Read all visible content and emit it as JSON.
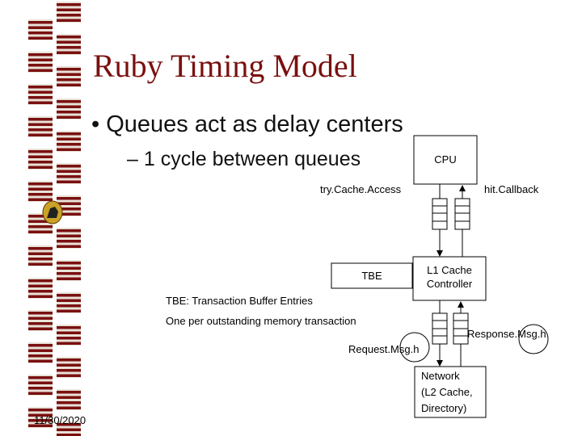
{
  "slide": {
    "title": "Ruby Timing Model",
    "bullet": "Queues act as delay centers",
    "sub_bullet": "1 cycle between queues",
    "date": "11/30/2020"
  },
  "diagram": {
    "cpu": "CPU",
    "l1_line1": "L1 Cache",
    "l1_line2": "Controller",
    "tbe": "TBE",
    "network_line1": "Network",
    "network_line2": "(L2 Cache,",
    "network_line3": "Directory)",
    "try_cache_access": "try.Cache.Access",
    "hit_callback": "hit.Callback",
    "request_msg": "Request.Msg.h",
    "response_msg": "Response.Msg.h",
    "tbe_note": "TBE: Transaction Buffer Entries",
    "tbe_note2": "One per outstanding memory transaction"
  },
  "colors": {
    "title": "#7a1010",
    "decor": "#7a1010"
  }
}
